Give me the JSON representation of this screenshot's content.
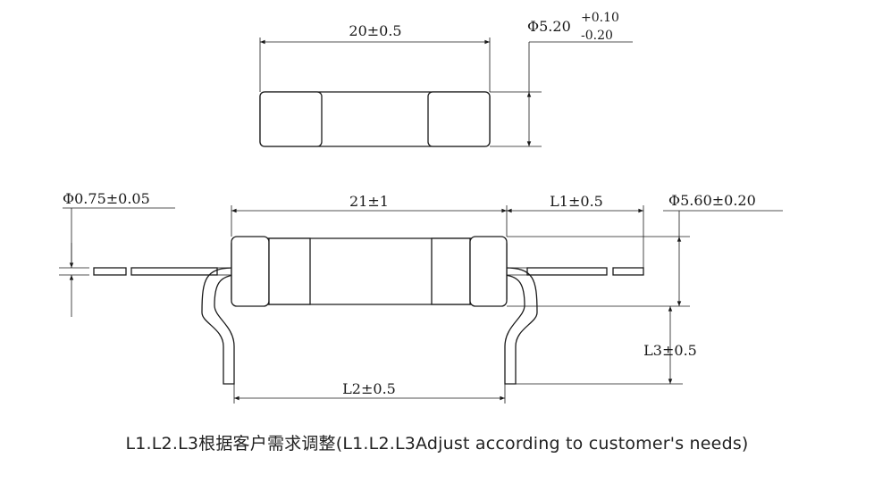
{
  "top_view": {
    "length_label": "20±0.5",
    "diameter_label": "Φ5.20",
    "tol_plus": "+0.10",
    "tol_minus": "-0.20"
  },
  "bottom_view": {
    "lead_dia_label": "Φ0.75±0.05",
    "body_length_label": "21±1",
    "l1_label": "L1±0.5",
    "cap_dia_label": "Φ5.60±0.20",
    "l3_label": "L3±0.5",
    "l2_label": "L2±0.5"
  },
  "caption": "L1.L2.L3根据客户需求调整(L1.L2.L3Adjust according to customer's needs)"
}
